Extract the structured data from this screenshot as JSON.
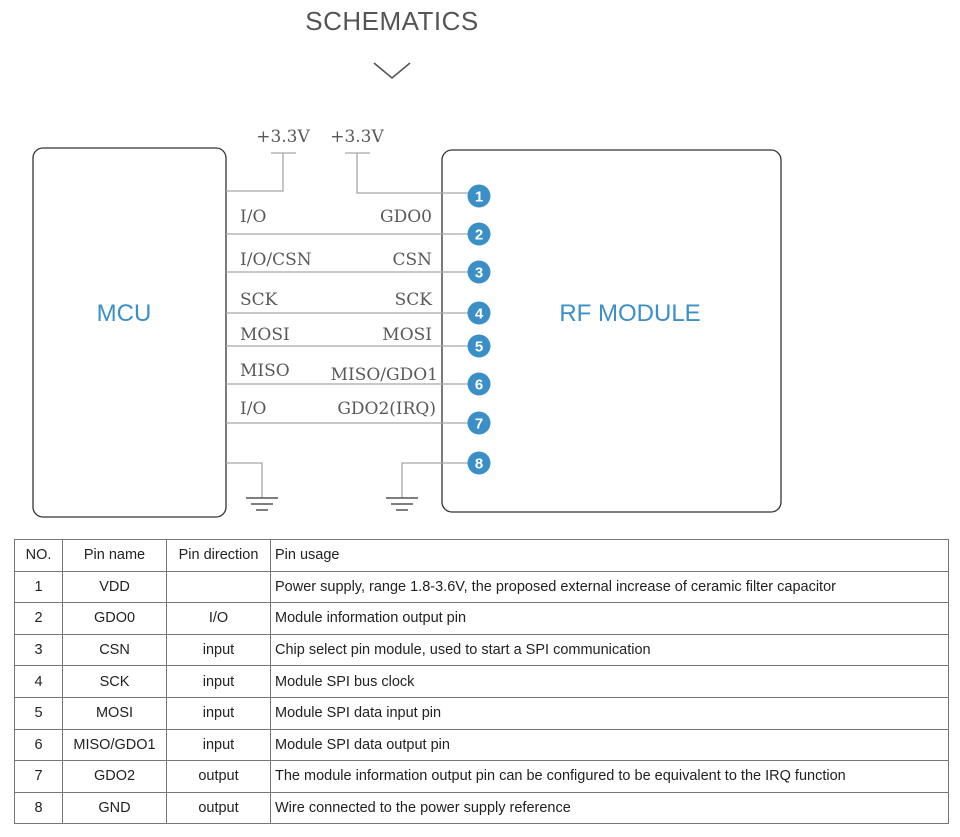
{
  "title": "SCHEMATICS",
  "diagram": {
    "left_block": "MCU",
    "right_block": "RF MODULE",
    "supply_labels": [
      "+3.3V",
      "+3.3V"
    ],
    "mcu_pins": [
      "I/O",
      "I/O/CSN",
      "SCK",
      "MOSI",
      "MISO",
      "I/O"
    ],
    "module_pins": [
      "GDO0",
      "CSN",
      "SCK",
      "MOSI",
      "MISO/GDO1",
      "GDO2(IRQ)"
    ],
    "pin_numbers": [
      "1",
      "2",
      "3",
      "4",
      "5",
      "6",
      "7",
      "8"
    ],
    "colors": {
      "accent": "#3a8fc7",
      "wire": "#a6a6a6",
      "box": "#333333",
      "text": "#595959"
    }
  },
  "table": {
    "headers": [
      "NO.",
      "Pin name",
      "Pin direction",
      "Pin usage"
    ],
    "rows": [
      [
        "1",
        "VDD",
        "",
        "Power supply, range 1.8-3.6V, the proposed external increase of ceramic filter capacitor"
      ],
      [
        "2",
        "GDO0",
        "I/O",
        "Module information output pin"
      ],
      [
        "3",
        "CSN",
        "input",
        "Chip select pin module, used to start a SPI communication"
      ],
      [
        "4",
        "SCK",
        "input",
        "Module SPI bus clock"
      ],
      [
        "5",
        "MOSI",
        "input",
        "Module SPI data input pin"
      ],
      [
        "6",
        "MISO/GDO1",
        "input",
        "Module SPI data output pin"
      ],
      [
        "7",
        "GDO2",
        "output",
        "The module information output pin can be configured to be equivalent to the IRQ function"
      ],
      [
        "8",
        "GND",
        "output",
        "Wire connected to the power supply reference"
      ]
    ]
  }
}
